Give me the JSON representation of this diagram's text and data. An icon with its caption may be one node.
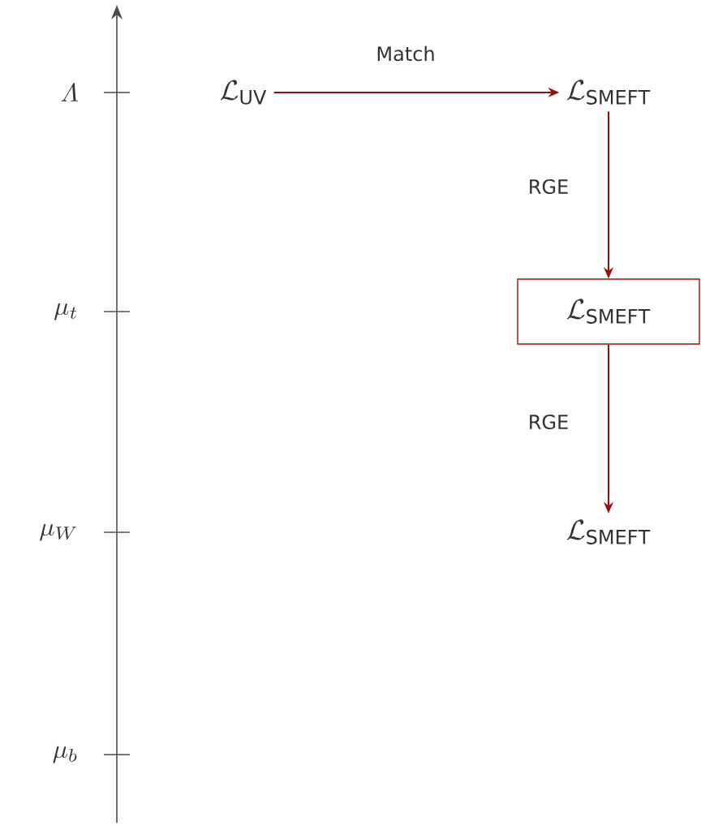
{
  "diagram": {
    "nodes": [
      {
        "text": [
          "\\mathcal{L}_{\\mathsf{UV}}"
        ]
      },
      {
        "text": [
          "\\mathcal{L}_{\\mathsf{SMEFT}}"
        ]
      },
      {
        "text": [
          "\\mathcal{L}_{\\mathsf{SMEFT}}"
        ]
      },
      {
        "text": [
          "\\mathcal{L}_{\\mathsf{SMEFT}}"
        ]
      }
    ],
    "edges": [
      {
        "from": 0,
        "to": 1,
        "arrow": "to",
        "label": "Match",
        "color": "#a00d0d"
      },
      {
        "from": 1,
        "to": 2,
        "arrow": "to",
        "label": "RGE",
        "color": "#a00d0d"
      },
      {
        "from": 2,
        "to": 3,
        "arrow": "to",
        "label": "RGE",
        "color": "#a00d0d"
      }
    ],
    "labels": [
      "\\mathnormal{\\Lambda}",
      "\\mu_t",
      "\\mu_W",
      "\\mu_b"
    ]
  }
}
